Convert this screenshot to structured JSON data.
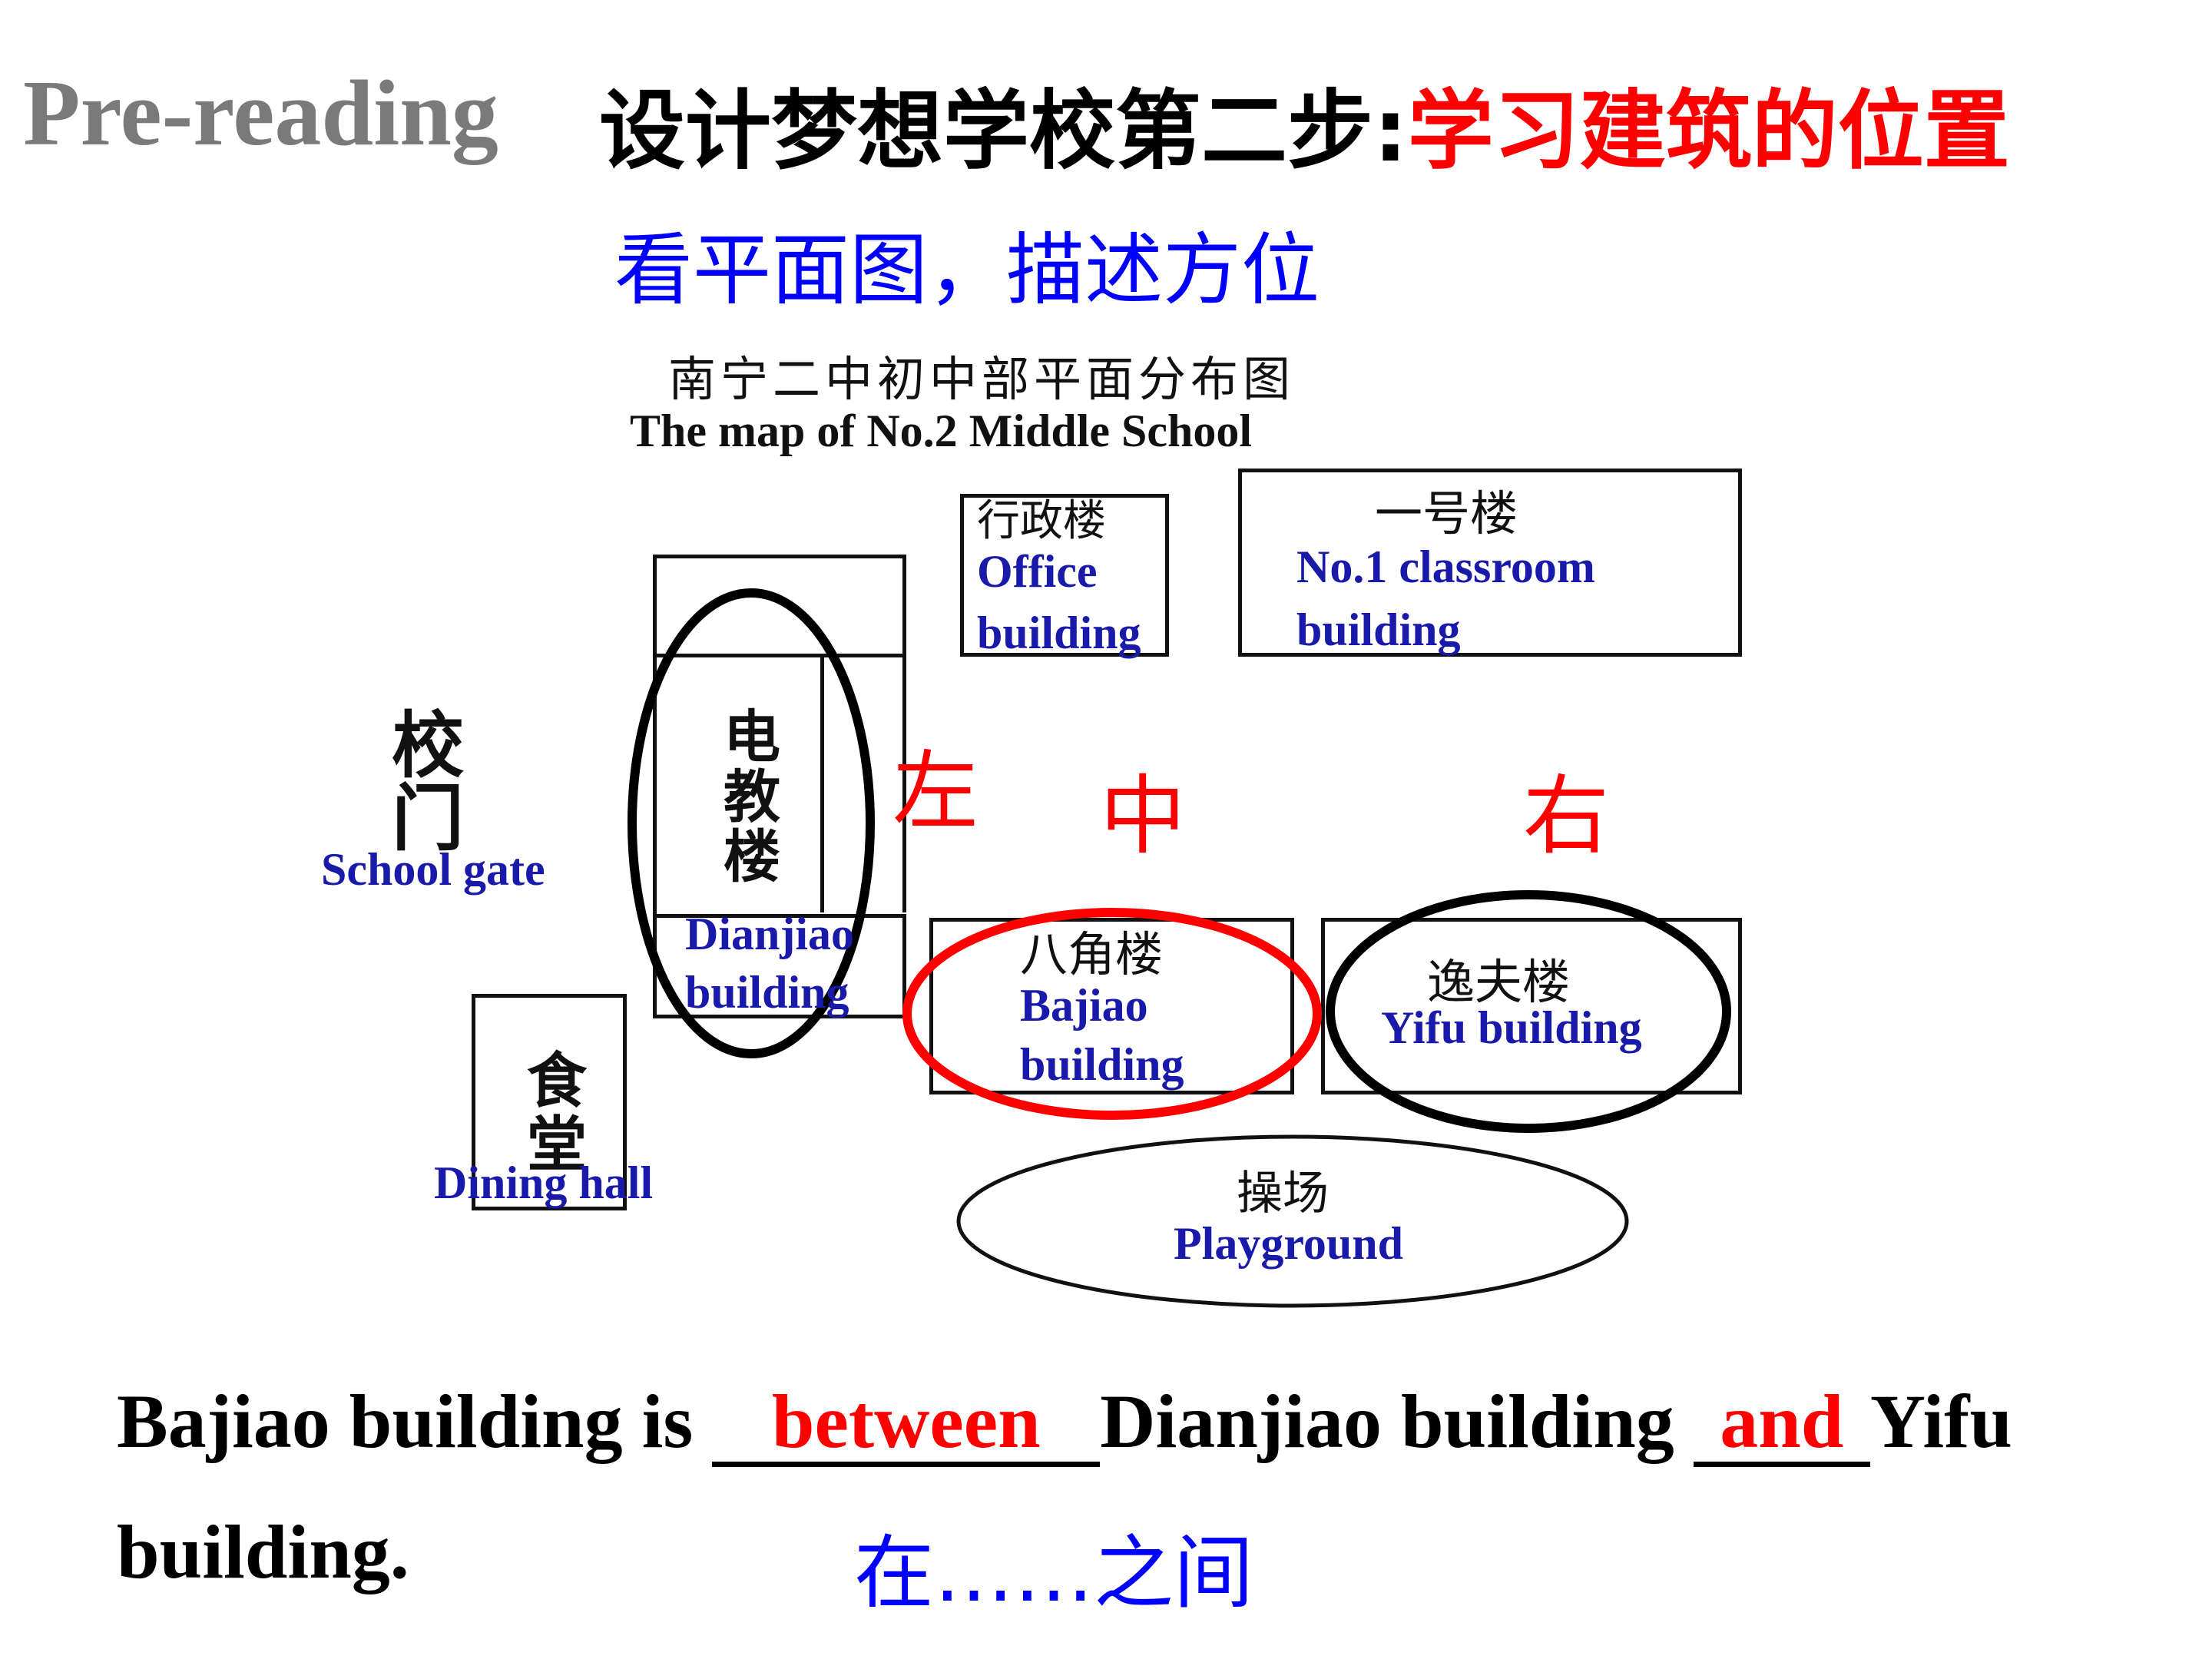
{
  "header": {
    "section": "Pre-reading",
    "step_prefix": "设计梦想学校第二步:",
    "step_highlight": "学习建筑的位置"
  },
  "subtitle": "看平面图，描述方位",
  "map": {
    "title_cn": "南宁二中初中部平面分布图",
    "title_en": "The map of No.2 Middle School",
    "school_gate": {
      "cn_1": "校",
      "cn_2": "门",
      "en": "School gate"
    },
    "dianjiao": {
      "cn_1": "电",
      "cn_2": "教",
      "cn_3": "楼",
      "en_1": "Dianjiao",
      "en_2": "building"
    },
    "office": {
      "cn": "行政楼",
      "en_1": "Office",
      "en_2": "building"
    },
    "classroom1": {
      "cn": "一号楼",
      "en_1": "No.1 classroom",
      "en_2": "building"
    },
    "bajiao": {
      "cn": "八角楼",
      "en_1": "Bajiao",
      "en_2": "building"
    },
    "yifu": {
      "cn": "逸夫楼",
      "en": "Yifu building"
    },
    "dining": {
      "cn_1": "食",
      "cn_2": "堂",
      "en": "Dining hall"
    },
    "playground": {
      "cn": "操场",
      "en": "Playground"
    },
    "directions": {
      "left": "左",
      "middle": "中",
      "right": "右"
    },
    "colors": {
      "highlight_red": "#ff0000",
      "circle_black": "#000000",
      "label_blue": "#1a1aaa"
    }
  },
  "exercise": {
    "part1": "Bajiao building is ",
    "answer1": "between",
    "part2": "Dianjiao building ",
    "answer2": "and",
    "part3": "Yifu",
    "line2": "building.",
    "note": "在……之间"
  }
}
